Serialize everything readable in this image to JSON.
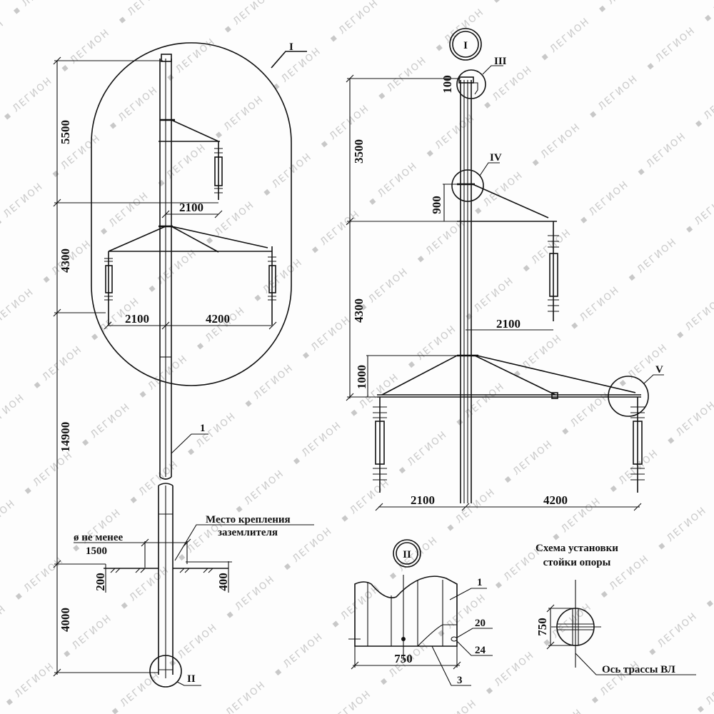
{
  "watermark": "ЛЕГИОН",
  "left_view": {
    "callout_I": "I",
    "callout_II": "II",
    "part_1": "1",
    "dims": {
      "top_section": "5500",
      "middle_section": "4300",
      "pole_above_ground": "14900",
      "underground": "4000",
      "upper_arm": "2100",
      "lower_left_arm": "2100",
      "lower_right_arm": "4200",
      "clearance_label": "ø не менее",
      "clearance_value": "1500",
      "left_depth": "200",
      "right_depth": "400"
    },
    "grounding_label_line1": "Место крепления",
    "grounding_label_line2": "заземлителя"
  },
  "detail_I": {
    "title": "I",
    "callout_III": "III",
    "callout_IV": "IV",
    "callout_V": "V",
    "dims": {
      "top_offset": "100",
      "upper_section": "3500",
      "brace_height": "900",
      "middle_section": "4300",
      "upper_arm": "2100",
      "lower_brace": "1000",
      "lower_left_arm": "2100",
      "lower_right_arm": "4200"
    }
  },
  "detail_II": {
    "title": "II",
    "part_1": "1",
    "part_3": "3",
    "dim_20": "20",
    "dim_24": "24",
    "width": "750"
  },
  "installation_scheme": {
    "title_line1": "Схема установки",
    "title_line2": "стойки опоры",
    "dim": "750",
    "axis_label": "Ось трассы ВЛ"
  }
}
